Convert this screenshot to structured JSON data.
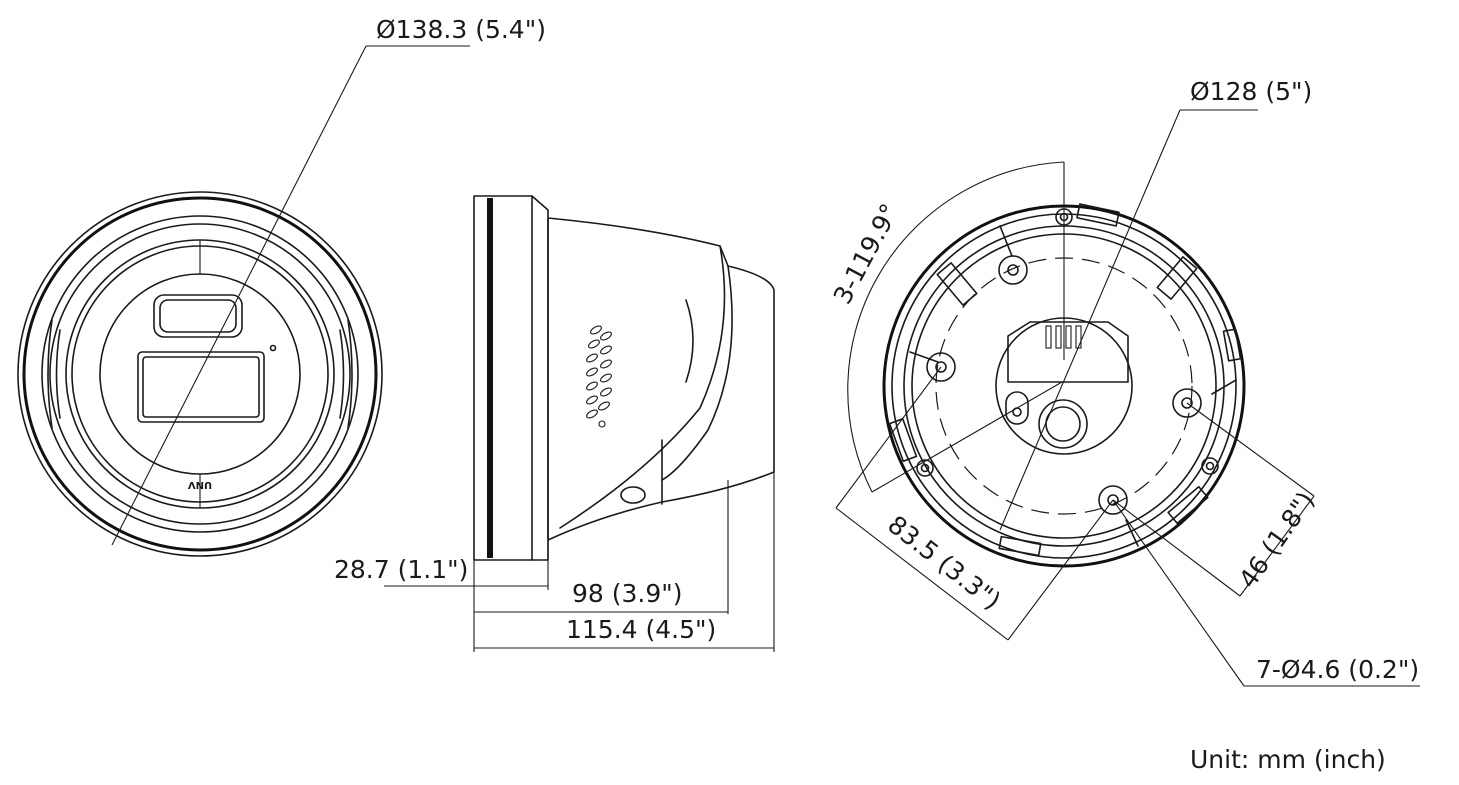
{
  "diagram": {
    "front_view": {
      "diameter_label": "Ø138.3 (5.4\")",
      "logo_text": "UNV"
    },
    "side_view": {
      "base_height_label": "28.7 (1.1\")",
      "depth_label": "98 (3.9\")",
      "total_depth_label": "115.4 (4.5\")"
    },
    "base_view": {
      "diameter_label": "Ø128 (5\")",
      "angle_label": "3-119.9°",
      "hole_spacing_label": "83.5 (3.3\")",
      "hole_offset_label": "46 (1.8\")",
      "hole_spec_label": "7-Ø4.6 (0.2\")"
    },
    "unit_label": "Unit: mm (inch)"
  }
}
